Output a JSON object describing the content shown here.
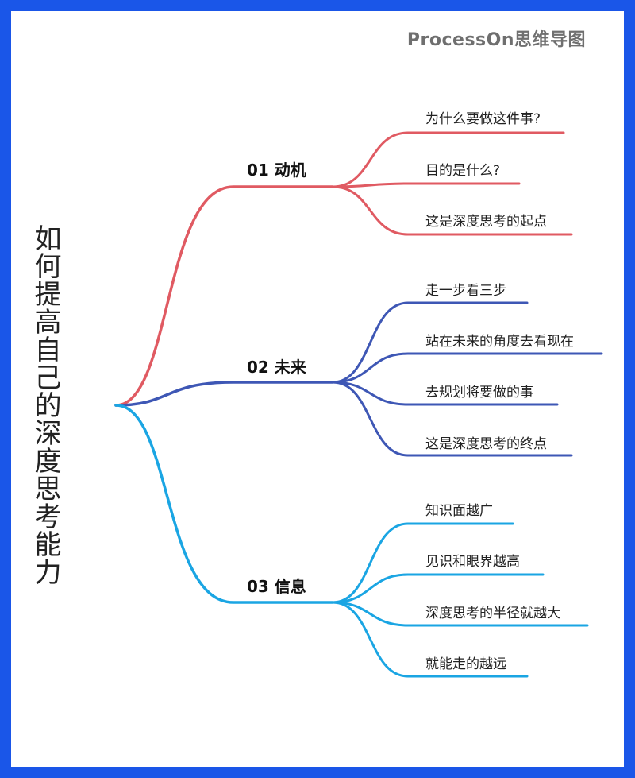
{
  "watermark": "ProcessOn思维导图",
  "root": {
    "title": "如何提高自己的深度思考能力"
  },
  "colors": {
    "frame": "#1a56e8",
    "branch1": "#e05a62",
    "branch2": "#3e57b5",
    "branch3": "#1aa5e3"
  },
  "branches": [
    {
      "label": "01 动机",
      "color": "#e05a62",
      "leaves": [
        "为什么要做这件事?",
        "目的是什么?",
        "这是深度思考的起点"
      ]
    },
    {
      "label": "02 未来",
      "color": "#3e57b5",
      "leaves": [
        "走一步看三步",
        "站在未来的角度去看现在",
        "去规划将要做的事",
        "这是深度思考的终点"
      ]
    },
    {
      "label": "03 信息",
      "color": "#1aa5e3",
      "leaves": [
        "知识面越广",
        "见识和眼界越高",
        "深度思考的半径就越大",
        "就能走的越远"
      ]
    }
  ]
}
